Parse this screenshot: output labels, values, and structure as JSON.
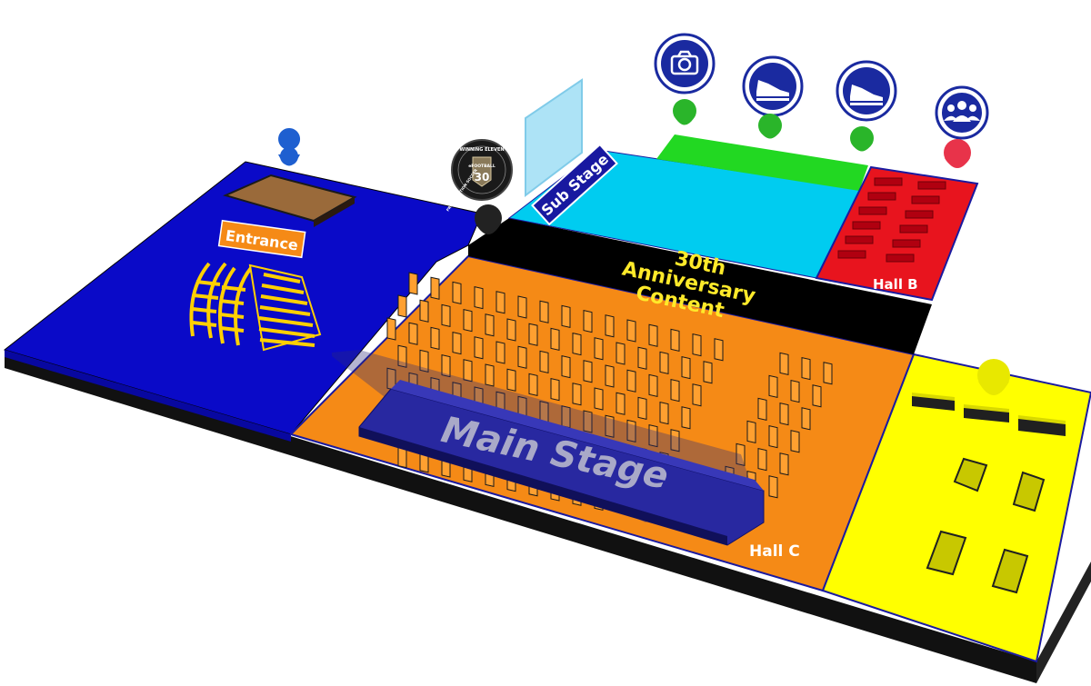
{
  "labels": {
    "entrance": "Entrance",
    "sub_stage": "Sub Stage",
    "anniversary_line1": "30th",
    "anniversary_line2": "Anniversary",
    "anniversary_line3": "Content",
    "hall_b": "Hall B",
    "hall_c": "Hall C",
    "main_stage": "Main Stage"
  },
  "badge": {
    "top_text": "WINNING ELEVEN",
    "side_text": "PRO EVOLUTION SOCCER",
    "brand": "eFOOTBALL",
    "number": "30"
  },
  "icons": [
    {
      "name": "camera-icon",
      "pin_color": "#2ab52a"
    },
    {
      "name": "shoe-icon",
      "pin_color": "#2ab52a"
    },
    {
      "name": "shoe-icon",
      "pin_color": "#2ab52a"
    },
    {
      "name": "people-icon",
      "pin_color": "#e8334a"
    }
  ],
  "colors": {
    "entrance_area": "#0a0ac8",
    "hall_c": "#f58a16",
    "hall_b": "#e8141e",
    "right_hall": "#ffff00",
    "sub_stage_area": "#00ccf0",
    "green_strip": "#22d822",
    "anniversary_band": "#000000",
    "icon_ring": "#1a2aa0",
    "label_accent": "#ffea2a"
  }
}
